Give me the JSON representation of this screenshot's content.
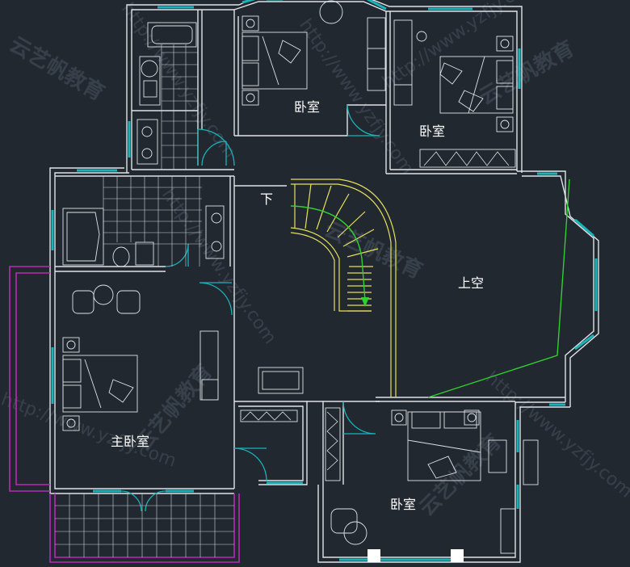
{
  "rooms": {
    "bedroom_top_left": "卧室",
    "bedroom_top_right": "卧室",
    "bedroom_bottom_right": "卧室",
    "master_bedroom": "主卧室",
    "void": "上空",
    "stair_down": "下"
  },
  "watermark": {
    "url": "http://www.yzfjy.com",
    "brand": "云艺帆教育"
  },
  "colors": {
    "background": "#212830",
    "wall": "#dfe3e8",
    "window": "#19b3b8",
    "stair": "#e6e05c",
    "void_outline": "#2fd12f",
    "balcony_rail": "#b82bb5"
  }
}
